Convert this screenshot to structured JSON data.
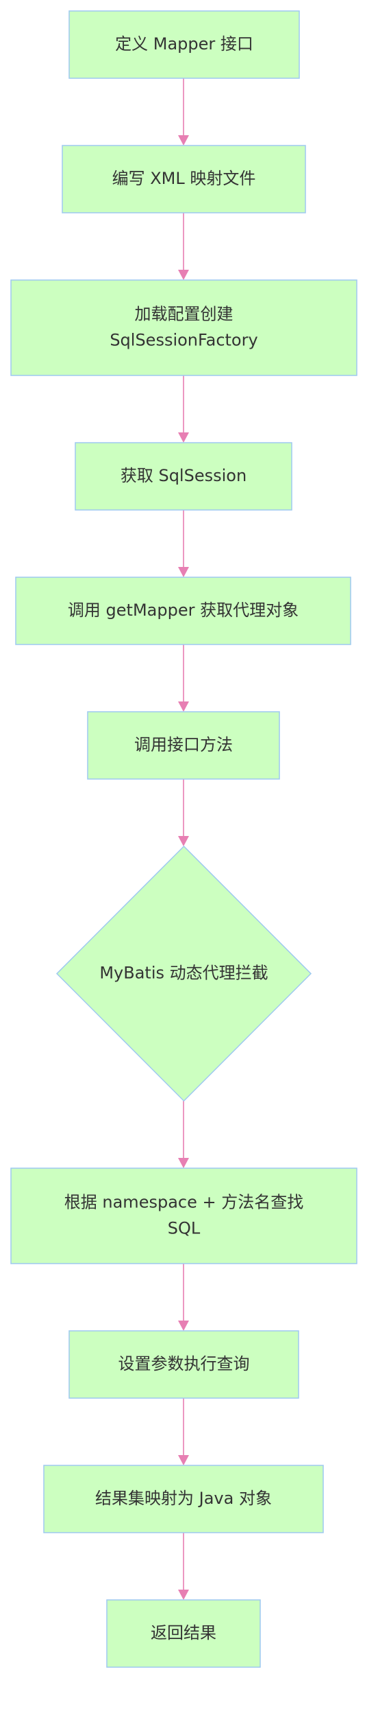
{
  "diagram": {
    "type": "flowchart",
    "direction": "top-to-bottom",
    "colors": {
      "node_fill": "#ccffc0",
      "node_border": "#9ec9f0",
      "edge": "#e77fb3",
      "text": "#333333"
    },
    "nodes": [
      {
        "id": "define-mapper",
        "shape": "rect",
        "lines": [
          "定义 Mapper 接口"
        ]
      },
      {
        "id": "write-xml",
        "shape": "rect",
        "lines": [
          "编写 XML 映射文件"
        ]
      },
      {
        "id": "create-factory",
        "shape": "rect",
        "lines": [
          "加载配置创建",
          "SqlSessionFactory"
        ]
      },
      {
        "id": "get-session",
        "shape": "rect",
        "lines": [
          "获取 SqlSession"
        ]
      },
      {
        "id": "get-mapper",
        "shape": "rect",
        "lines": [
          "调用 getMapper 获取代理对象"
        ]
      },
      {
        "id": "call-method",
        "shape": "rect",
        "lines": [
          "调用接口方法"
        ]
      },
      {
        "id": "proxy-intercept",
        "shape": "diamond",
        "lines": [
          "MyBatis 动态代理拦截"
        ]
      },
      {
        "id": "find-sql",
        "shape": "rect",
        "lines": [
          "根据 namespace + 方法名查找",
          "SQL"
        ]
      },
      {
        "id": "execute-query",
        "shape": "rect",
        "lines": [
          "设置参数执行查询"
        ]
      },
      {
        "id": "map-result",
        "shape": "rect",
        "lines": [
          "结果集映射为 Java 对象"
        ]
      },
      {
        "id": "return-result",
        "shape": "rect",
        "lines": [
          "返回结果"
        ]
      }
    ],
    "edges": [
      {
        "from": "define-mapper",
        "to": "write-xml"
      },
      {
        "from": "write-xml",
        "to": "create-factory"
      },
      {
        "from": "create-factory",
        "to": "get-session"
      },
      {
        "from": "get-session",
        "to": "get-mapper"
      },
      {
        "from": "get-mapper",
        "to": "call-method"
      },
      {
        "from": "call-method",
        "to": "proxy-intercept"
      },
      {
        "from": "proxy-intercept",
        "to": "find-sql"
      },
      {
        "from": "find-sql",
        "to": "execute-query"
      },
      {
        "from": "execute-query",
        "to": "map-result"
      },
      {
        "from": "map-result",
        "to": "return-result"
      }
    ]
  }
}
